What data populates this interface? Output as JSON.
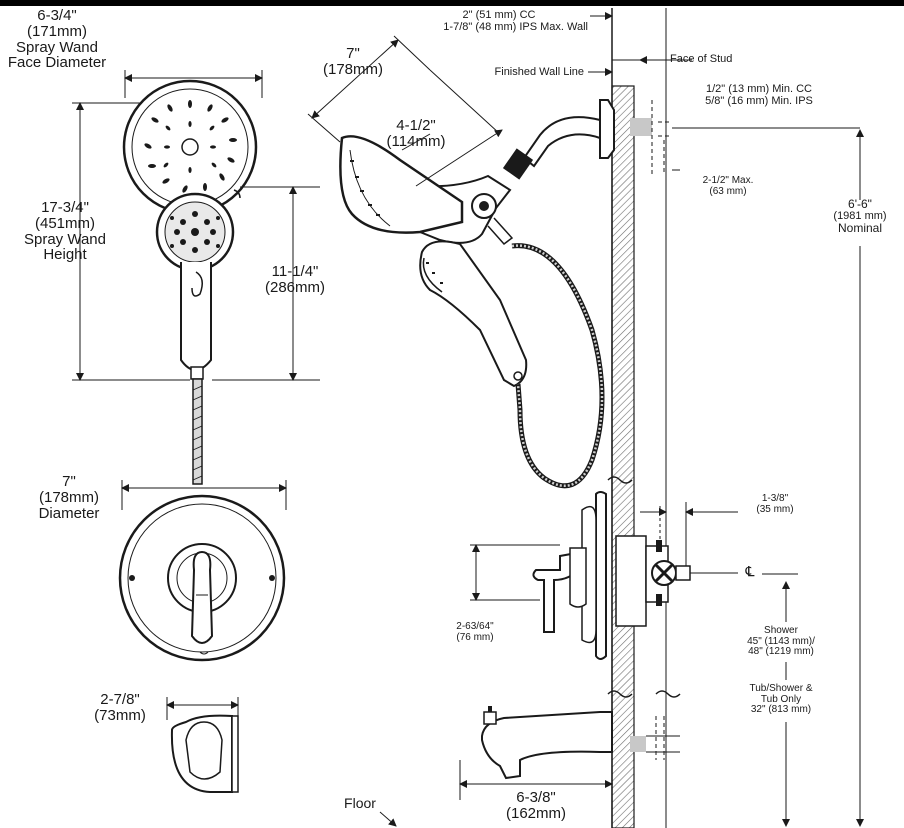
{
  "labels": {
    "spray_face": {
      "dim": "6-3/4\"",
      "metric": "(171mm)",
      "line1": "Spray Wand",
      "line2": "Face Diameter"
    },
    "spray_height": {
      "dim": "17-3/4\"",
      "metric": "(451mm)",
      "line1": "Spray Wand",
      "line2": "Height"
    },
    "handheld_height": {
      "dim": "11-1/4\"",
      "metric": "(286mm)"
    },
    "escutcheon": {
      "dim": "7\"",
      "metric": "(178mm)",
      "line1": "Diameter"
    },
    "spout_proj": {
      "dim": "2-7/8\"",
      "metric": "(73mm)"
    },
    "showerhead_width": {
      "dim": "7\"",
      "metric": "(178mm)"
    },
    "arm_reach": {
      "dim": "4-1/2\"",
      "metric": "(114mm)"
    },
    "wall_cc": {
      "line1": "2\" (51 mm) CC",
      "line2": "1-7/8\" (48 mm) IPS Max. Wall"
    },
    "finished_wall": "Finished Wall Line",
    "face_of_stud": "Face of Stud",
    "min_cc": {
      "line1": "1/2\" (13 mm) Min. CC",
      "line2": "5/8\" (16 mm) Min. IPS"
    },
    "max_setback": {
      "line1": "2-1/2\" Max.",
      "line2": "(63 mm)"
    },
    "nominal": {
      "dim": "6'-6\"",
      "metric": "(1981 mm)",
      "line1": "Nominal"
    },
    "valve_depth": {
      "dim": "1-3/8\"",
      "metric": "(35 mm)"
    },
    "centerline": "℄",
    "handle_drop": {
      "dim": "2-63/64\"",
      "metric": "(76 mm)"
    },
    "shower_height": {
      "line1": "Shower",
      "line2": "45\" (1143 mm)/",
      "line3": "48\" (1219 mm)"
    },
    "tub_height": {
      "line1": "Tub/Shower &",
      "line2": "Tub Only",
      "line3": "32\" (813 mm)"
    },
    "tub_spout": {
      "dim": "6-3/8\"",
      "metric": "(162mm)"
    },
    "floor": "Floor"
  },
  "colors": {
    "ink": "#1a1a1a",
    "wall_hatch": "#7a7a7a",
    "chrome_dark": "#3a3a3a",
    "chrome_light": "#f2f2f2"
  }
}
